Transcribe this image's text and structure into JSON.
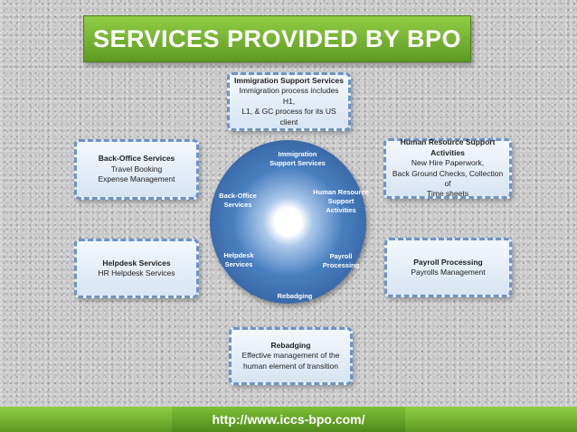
{
  "title": "SERVICES PROVIDED BY BPO",
  "boxes": {
    "immigration": {
      "heading": "Immigration Support Services",
      "lines": [
        "Immigration process includes H1,",
        "L1, & GC process for its US client"
      ]
    },
    "backoffice": {
      "heading": "Back-Office Services",
      "lines": [
        "Travel Booking",
        "Expense Management"
      ]
    },
    "hr": {
      "heading": "Human Resource Support Activities",
      "lines": [
        "New Hire Paperwork,",
        "Back Ground Checks, Collection of",
        "Time sheets"
      ]
    },
    "helpdesk": {
      "heading": "Helpdesk Services",
      "lines": [
        "HR Helpdesk Services"
      ]
    },
    "payroll": {
      "heading": "Payroll Processing",
      "lines": [
        "Payrolls Management"
      ]
    },
    "rebadging": {
      "heading": "Rebadging",
      "lines": [
        "Effective management of the",
        "human element of transition"
      ]
    }
  },
  "wheel": {
    "immigration": "Immigration\nSupport Services",
    "backoffice": "Back-Office\nServices",
    "hr": "Human Resource\nSupport\nActivities",
    "helpdesk": "Helpdesk\nServices",
    "payroll": "Payroll\nProcessing",
    "rebadging": "Rebadging"
  },
  "footer": {
    "url": "http://www.iccs-bpo.com/"
  }
}
